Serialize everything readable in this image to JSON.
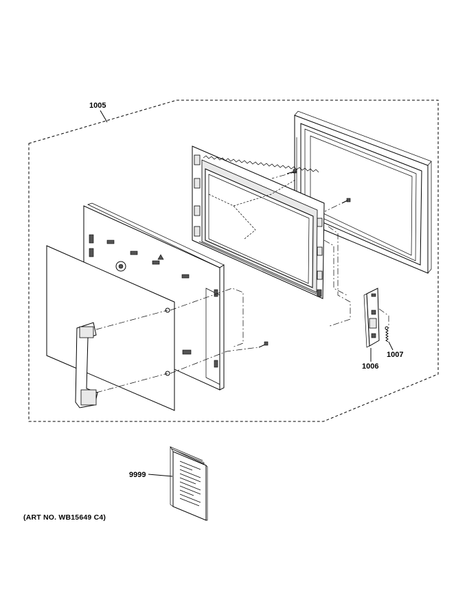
{
  "callouts": {
    "door_assembly": "1005",
    "latch_board": "1006",
    "spring": "1007",
    "manual": "9999"
  },
  "caption": "(ART NO. WB15649 C4)"
}
